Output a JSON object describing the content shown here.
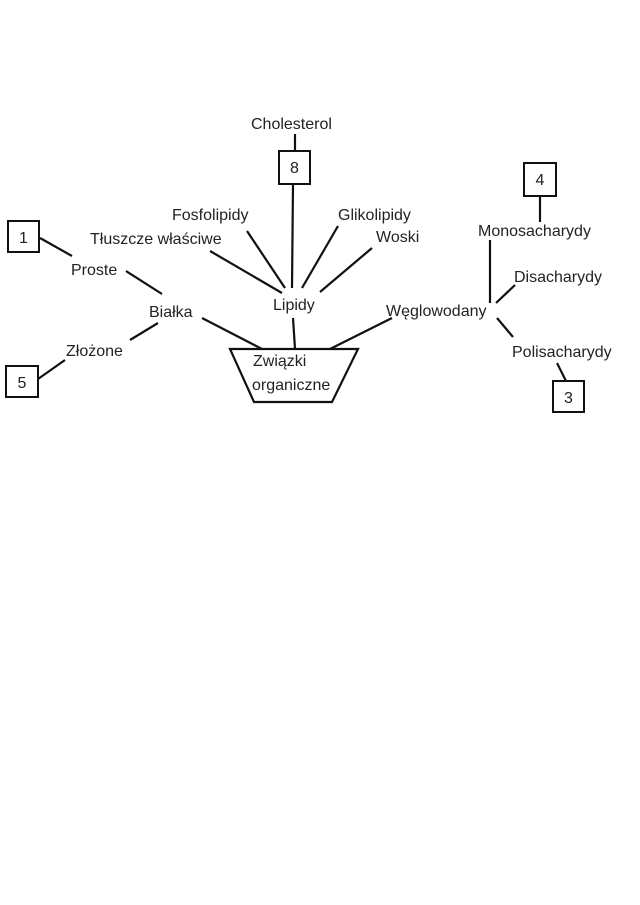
{
  "diagram": {
    "root": [
      "Związki",
      "organiczne"
    ],
    "proteins": {
      "label": "Białka",
      "simple": "Proste",
      "complex": "Złożone"
    },
    "lipids": {
      "label": "Lipidy",
      "cholesterol": "Cholesterol",
      "phospholipids": "Fosfolipidy",
      "fats": "Tłuszcze właściwe",
      "glycolipids": "Glikolipidy",
      "waxes": "Woski"
    },
    "carbohydrates": {
      "label": "Węglowodany",
      "mono": "Monosacharydy",
      "di": "Disacharydy",
      "poly": "Polisacharydy"
    },
    "boxes": {
      "box1": "1",
      "box5": "5",
      "box8": "8",
      "box4": "4",
      "box3": "3"
    }
  }
}
